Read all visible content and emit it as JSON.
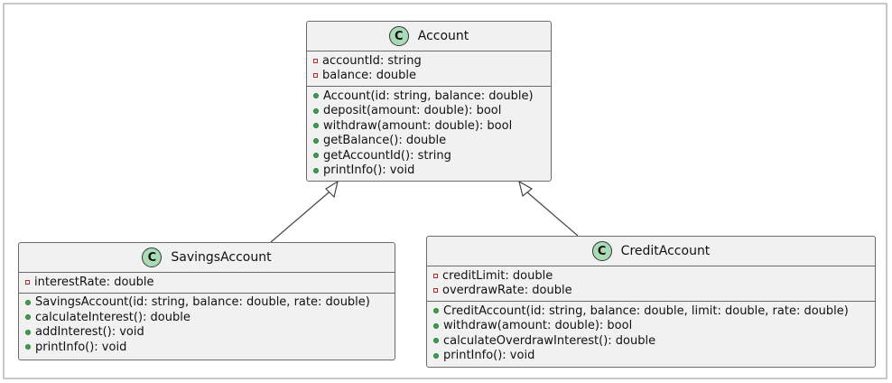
{
  "diagram": {
    "classes": [
      {
        "name": "Account",
        "stereotype_letter": "C",
        "attributes": [
          {
            "text": "accountId: string",
            "visibility": "private"
          },
          {
            "text": "balance: double",
            "visibility": "private"
          }
        ],
        "methods": [
          {
            "text": "Account(id: string, balance: double)",
            "visibility": "public"
          },
          {
            "text": "deposit(amount: double): bool",
            "visibility": "public"
          },
          {
            "text": "withdraw(amount: double): bool",
            "visibility": "public"
          },
          {
            "text": "getBalance(): double",
            "visibility": "public"
          },
          {
            "text": "getAccountId(): string",
            "visibility": "public"
          },
          {
            "text": "printInfo(): void",
            "visibility": "public"
          }
        ]
      },
      {
        "name": "SavingsAccount",
        "stereotype_letter": "C",
        "attributes": [
          {
            "text": "interestRate: double",
            "visibility": "private"
          }
        ],
        "methods": [
          {
            "text": "SavingsAccount(id: string, balance: double, rate: double)",
            "visibility": "public"
          },
          {
            "text": "calculateInterest(): double",
            "visibility": "public"
          },
          {
            "text": "addInterest(): void",
            "visibility": "public"
          },
          {
            "text": "printInfo(): void",
            "visibility": "public"
          }
        ]
      },
      {
        "name": "CreditAccount",
        "stereotype_letter": "C",
        "attributes": [
          {
            "text": "creditLimit: double",
            "visibility": "private"
          },
          {
            "text": "overdrawRate: double",
            "visibility": "private"
          }
        ],
        "methods": [
          {
            "text": "CreditAccount(id: string, balance: double, limit: double, rate: double)",
            "visibility": "public"
          },
          {
            "text": "withdraw(amount: double): bool",
            "visibility": "public"
          },
          {
            "text": "calculateOverdrawInterest(): double",
            "visibility": "public"
          },
          {
            "text": "printInfo(): void",
            "visibility": "public"
          }
        ]
      }
    ],
    "relations": [
      {
        "type": "inheritance",
        "from": "SavingsAccount",
        "to": "Account"
      },
      {
        "type": "inheritance",
        "from": "CreditAccount",
        "to": "Account"
      }
    ],
    "colors": {
      "class_fill": "#f1f1f1",
      "border": "#6b6b6b",
      "badge_fill": "#a9dcb6",
      "private_marker": "#b52a2a",
      "public_marker": "#3f9e4f"
    }
  }
}
